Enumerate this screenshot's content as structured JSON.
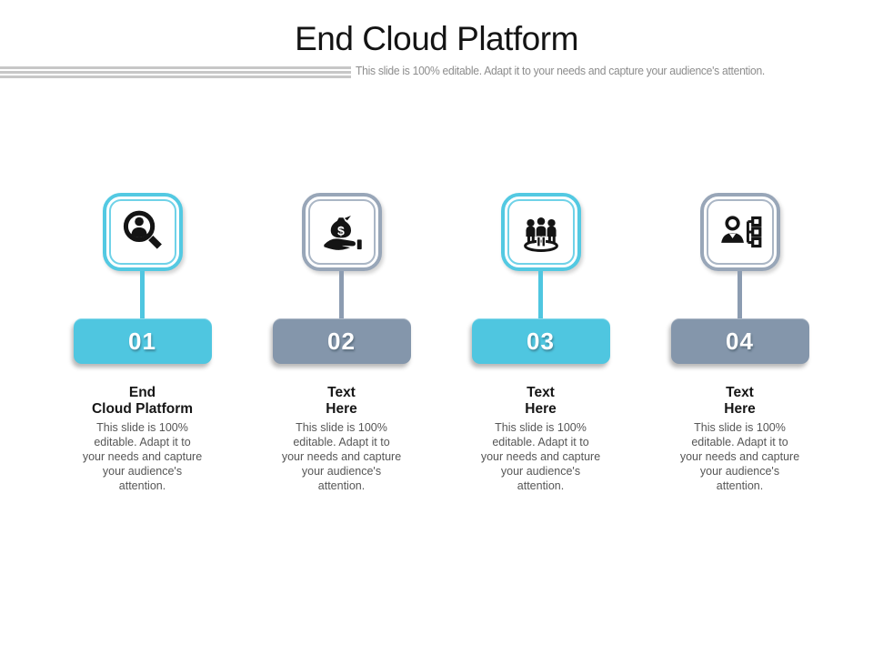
{
  "slide": {
    "title": "End Cloud Platform",
    "subtitle": "This slide is 100% editable. Adapt it to your needs and capture your audience's attention.",
    "colors": {
      "accent_cyan": "#4FC6E0",
      "accent_slate": "#8496AB",
      "heading_text": "#161616",
      "body_text": "#565656",
      "subtitle_text": "#8D8D8D",
      "stripe_gray": "#C7C7C7"
    },
    "columns": [
      {
        "number": "01",
        "accent": "#4FC6E0",
        "icon": "search-person-icon",
        "heading_line1": "End",
        "heading_line2": "Cloud Platform",
        "body": "This slide is 100% editable. Adapt it to your needs and capture your audience's attention."
      },
      {
        "number": "02",
        "accent": "#8496AB",
        "icon": "hand-money-icon",
        "heading_line1": "Text",
        "heading_line2": "Here",
        "body": "This slide is 100% editable. Adapt it to your needs and capture your audience's attention."
      },
      {
        "number": "03",
        "accent": "#4FC6E0",
        "icon": "team-icon",
        "heading_line1": "Text",
        "heading_line2": "Here",
        "body": "This slide is 100% editable. Adapt it to your needs and capture your audience's attention."
      },
      {
        "number": "04",
        "accent": "#8496AB",
        "icon": "org-structure-icon",
        "heading_line1": "Text",
        "heading_line2": "Here",
        "body": "This slide is 100% editable. Adapt it to your needs and capture your audience's attention."
      }
    ]
  }
}
